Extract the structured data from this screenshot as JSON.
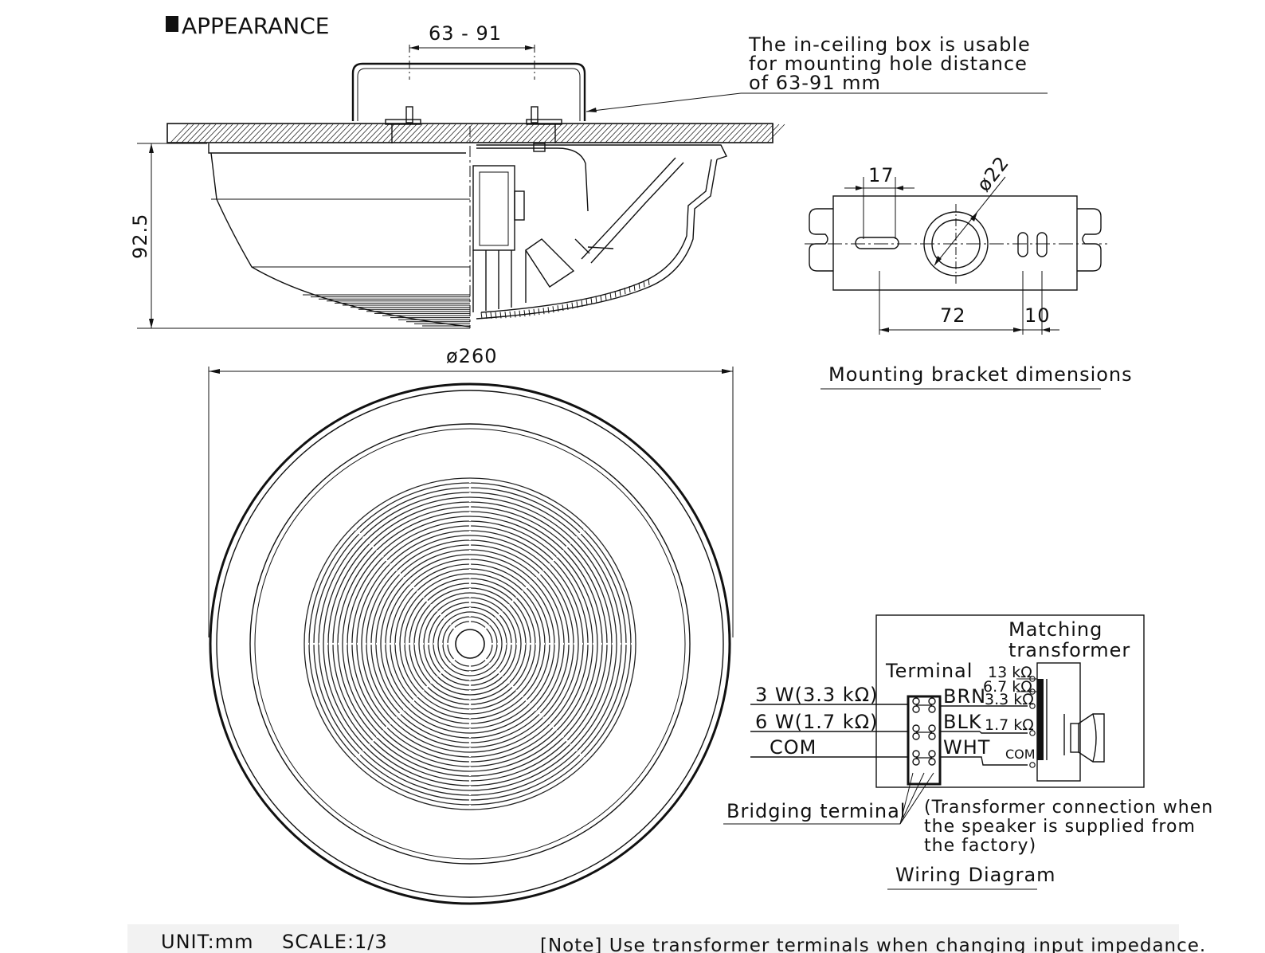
{
  "section_title": "APPEARANCE",
  "dimensions": {
    "hole_distance": "63 - 91",
    "height": "92.5",
    "diameter": "ø260",
    "bracket_slot": "17",
    "bracket_hole": "ø22",
    "bracket_span": "72",
    "bracket_slot_pitch": "10"
  },
  "callout_box": [
    "The in-ceiling box is usable",
    "for mounting hole distance",
    "of 63-91 mm"
  ],
  "bracket_caption": "Mounting bracket dimensions",
  "wiring": {
    "transformer_label": [
      "Matching",
      "transformer"
    ],
    "terminal_label": "Terminal",
    "inputs": [
      "3 W(3.3 kΩ)",
      "6 W(1.7 kΩ)",
      "COM"
    ],
    "wire_colors": [
      "BRN",
      "BLK",
      "WHT"
    ],
    "taps": [
      "13 kΩ",
      "6.7 kΩ",
      "3.3 kΩ",
      "1.7 kΩ",
      "COM"
    ],
    "bridging_label": "Bridging terminal",
    "factory_note": [
      "(Transformer connection when",
      "the speaker is supplied from",
      "the factory)"
    ],
    "caption": "Wiring Diagram"
  },
  "footer": {
    "unit": "UNIT:mm",
    "scale": "SCALE:1/3",
    "note": "[Note] Use transformer terminals when changing input impedance."
  }
}
